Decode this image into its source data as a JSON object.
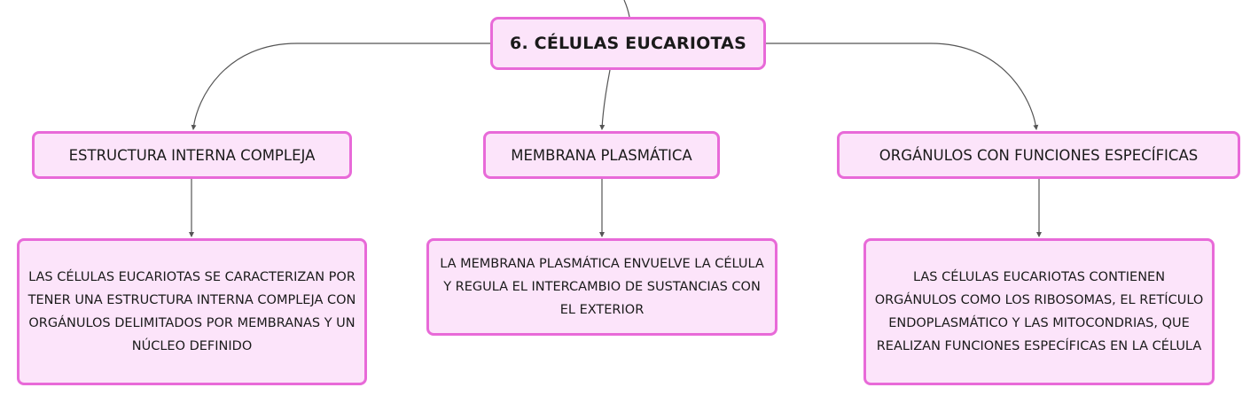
{
  "diagram": {
    "root": {
      "label": "6. CÉLULAS EUCARIOTAS"
    },
    "branches": [
      {
        "label": "ESTRUCTURA INTERNA COMPLEJA",
        "detail": "LAS CÉLULAS EUCARIOTAS SE CARACTERIZAN POR TENER UNA ESTRUCTURA INTERNA COMPLEJA CON ORGÁNULOS DELIMITADOS POR MEMBRANAS Y UN NÚCLEO DEFINIDO"
      },
      {
        "label": "MEMBRANA PLASMÁTICA",
        "detail": "LA MEMBRANA PLASMÁTICA ENVUELVE LA CÉLULA Y REGULA EL INTERCAMBIO DE SUSTANCIAS CON EL EXTERIOR"
      },
      {
        "label": "ORGÁNULOS CON FUNCIONES ESPECÍFICAS",
        "detail": "LAS CÉLULAS EUCARIOTAS CONTIENEN ORGÁNULOS COMO LOS RIBOSOMAS, EL RETÍCULO ENDOPLASMÁTICO Y LAS MITOCONDRIAS, QUE REALIZAN FUNCIONES ESPECÍFICAS EN LA CÉLULA"
      }
    ]
  },
  "colors": {
    "node_fill": "#fce4fa",
    "node_border": "#e86ad8",
    "connector": "#555555",
    "text": "#1a1a1a"
  }
}
